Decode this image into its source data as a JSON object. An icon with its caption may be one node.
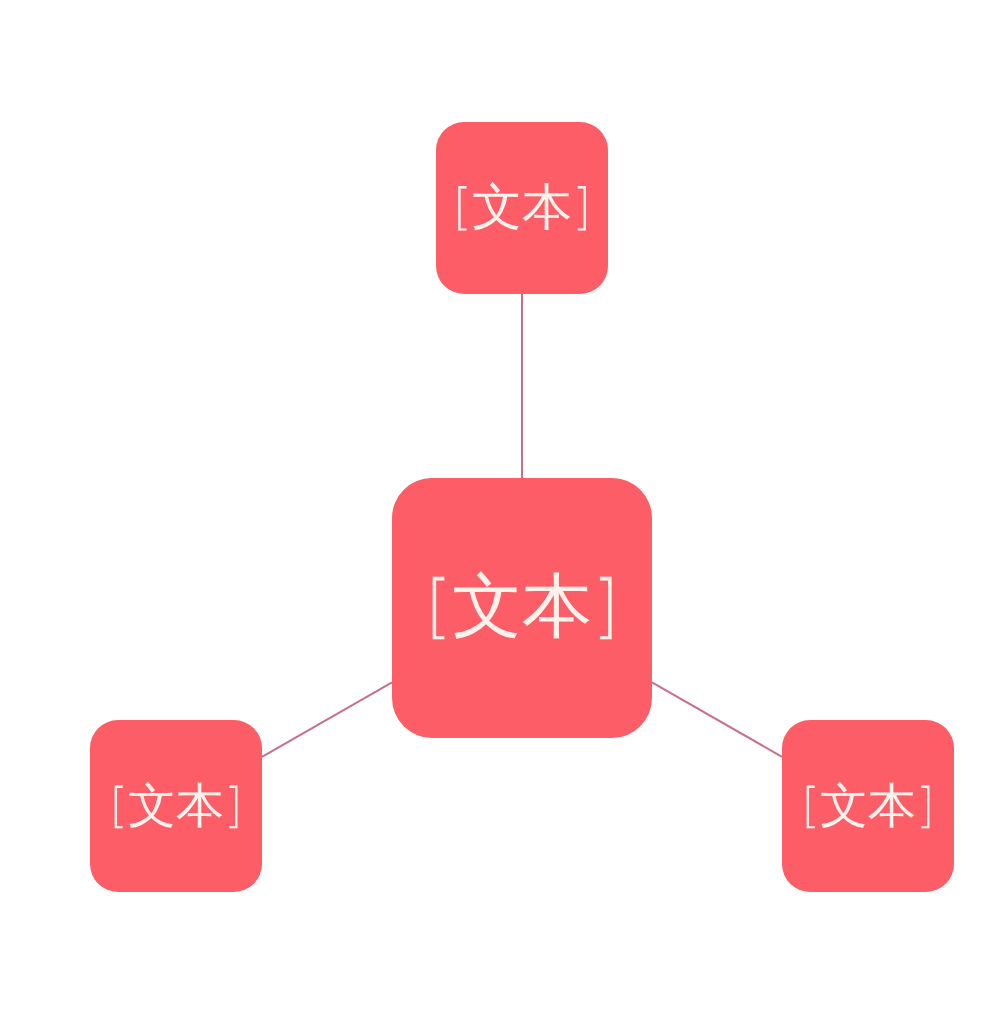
{
  "diagram": {
    "nodes": [
      {
        "text": [
          "[文本]"
        ]
      },
      {
        "text": [
          "[文本]"
        ]
      },
      {
        "text": [
          "[文本]"
        ]
      },
      {
        "text": [
          "[文本]"
        ]
      }
    ],
    "edges": [
      {
        "from": 1,
        "to": 0,
        "arrow": "none"
      },
      {
        "from": 1,
        "to": 2,
        "arrow": "none"
      },
      {
        "from": 1,
        "to": 3,
        "arrow": "none"
      }
    ]
  }
}
